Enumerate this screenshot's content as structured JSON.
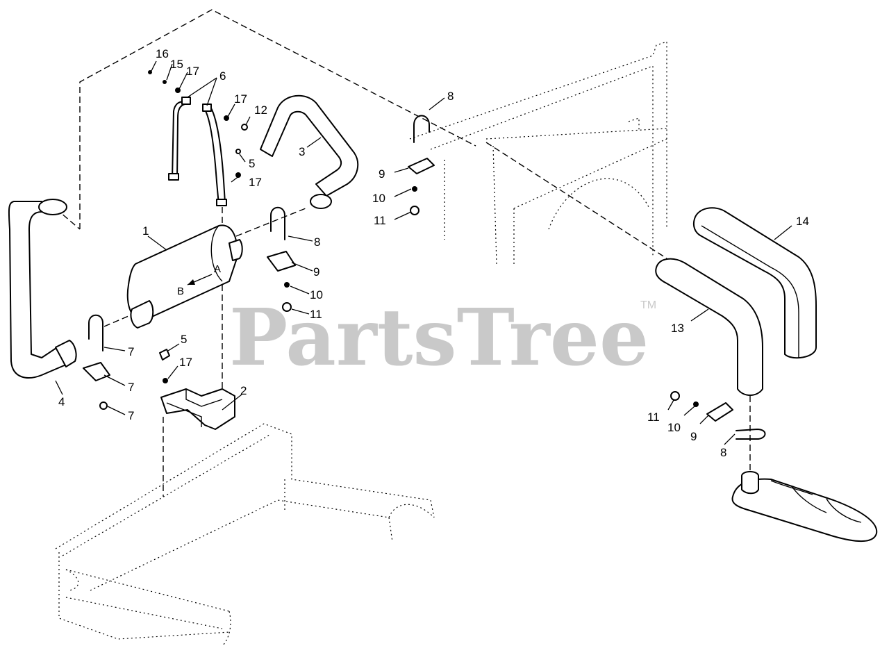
{
  "watermark": {
    "text": "PartsTree",
    "trademark": "TM"
  },
  "muffler_flow": {
    "from": "B",
    "to": "A"
  },
  "callouts": {
    "c1": "1",
    "c2": "2",
    "c3": "3",
    "c4": "4",
    "c5a": "5",
    "c5b": "5",
    "c6": "6",
    "c7a": "7",
    "c7b": "7",
    "c7c": "7",
    "c8a": "8",
    "c8b": "8",
    "c8c": "8",
    "c9a": "9",
    "c9b": "9",
    "c9c": "9",
    "c10a": "10",
    "c10b": "10",
    "c10c": "10",
    "c11a": "11",
    "c11b": "11",
    "c11c": "11",
    "c12": "12",
    "c13": "13",
    "c14": "14",
    "c15": "15",
    "c16": "16",
    "c17a": "17",
    "c17b": "17",
    "c17c": "17",
    "c17d": "17"
  }
}
